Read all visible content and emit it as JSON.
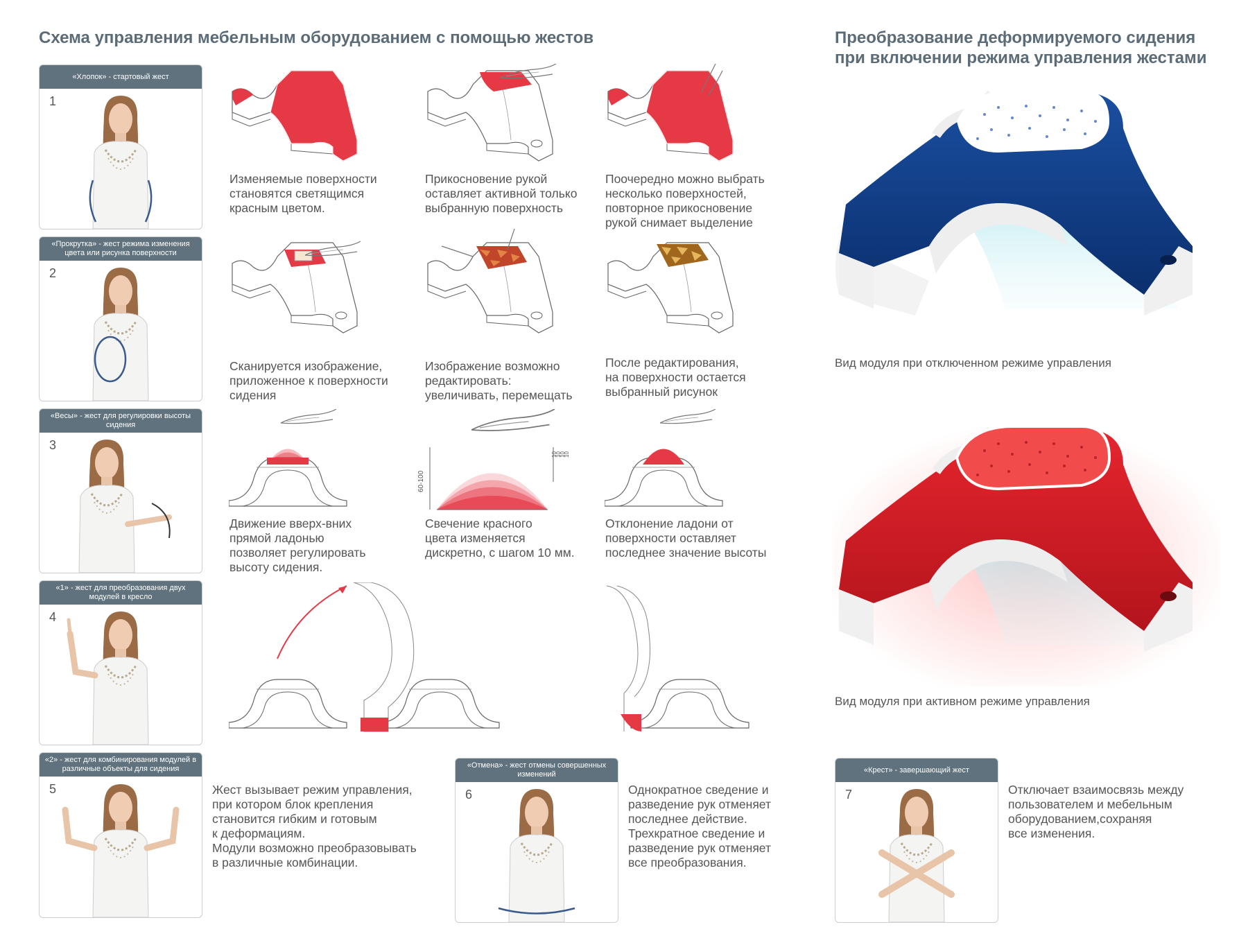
{
  "left_title": "Схема управления мебельным оборудованием с помощью жестов",
  "right_title_line1": "Преобразование деформируемого сидения",
  "right_title_line2": "при включении режима управления жестами",
  "gestures": [
    {
      "num": "1",
      "title": "«Хлопок» - стартовый жест"
    },
    {
      "num": "2",
      "title": "«Прокрутка» - жест режима изменения цвета или рисунка поверхности"
    },
    {
      "num": "3",
      "title": "«Весы» - жест для регулировки высоты сидения"
    },
    {
      "num": "4",
      "title": "«1» - жест для преобразования двух модулей в кресло"
    },
    {
      "num": "5",
      "title": "«2» - жест для комбинирования модулей в различные объекты для сидения"
    },
    {
      "num": "6",
      "title": "«Отмена» - жест отмены совершенных изменений"
    },
    {
      "num": "7",
      "title": "«Крест» - завершающий жест"
    }
  ],
  "row1": [
    "Изменяемые поверхности\nстановятся светящимся\nкрасным цветом.",
    "Прикосновение рукой\nоставляет активной только\nвыбранную поверхность",
    "Поочередно можно выбрать\nнесколько поверхностей,\nповторное прикосновение\nрукой снимает выделение"
  ],
  "row2": [
    "Сканируется изображение,\nприложенное к поверхности\nсидения",
    "Изображение возможно\nредактировать:\nувеличивать, перемещать",
    "После редактирования,\nна поверхности остается\nвыбранный рисунок"
  ],
  "row3": [
    "Движение вверх-вних\nпрямой ладонью\nпозволяет регулировать\nвысоту сидения.",
    "Свечение красного\nцвета изменяется\nдискретно, с шагом 10 мм.",
    "Отклонение ладони от\nповерхности оставляет\nпоследнее значение высоты"
  ],
  "dim_label": "60-100",
  "step_labels": [
    "10",
    "10",
    "10",
    "10"
  ],
  "desc5": "Жест вызывает режим управления,\nпри котором блок крепления\nстановится гибким и готовым\nк деформациям.\nМодули возможно преобразовывать\nв различные комбинации.",
  "desc6": "Однократное сведение и\nразведение рук отменяет\nпоследнее действие.\nТрехкратное сведение и\nразведение рук отменяет\nвсе преобразования.",
  "desc7": "Отключает взаимосвязь между\nпользователем и мебельным\nоборудованием,сохраняя\nвсе изменения.",
  "caption_off": "Вид модуля при отключенном режиме управления",
  "caption_on": "Вид модуля при активном режиме управления",
  "colors": {
    "accent_red": "#e63946",
    "navy": "#0e3d8c",
    "header_gray": "#5f727d",
    "cyan": "#5cc7d6"
  }
}
